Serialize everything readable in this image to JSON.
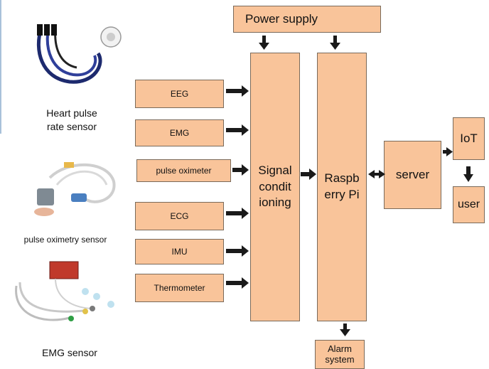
{
  "captions": {
    "heart": "Heart pulse\nrate   sensor",
    "oximetry": "pulse oximetry  sensor",
    "emg": "EMG  sensor"
  },
  "inputs": [
    "EEG",
    "EMG",
    "pulse oximeter",
    "ECG",
    "IMU",
    "Thermometer"
  ],
  "blocks": {
    "power": "Power supply",
    "signal": "Signal\ncondit\nioning",
    "pi": "Raspb\nerry Pi",
    "server": "server",
    "iot": "IoT",
    "user": "user",
    "alarm": "Alarm\nsystem"
  },
  "colors": {
    "box_fill": "#f9c49a",
    "arrow": "#1a1a1a"
  },
  "icons": [
    "heart-pulse-sensor-photo",
    "pulse-oximetry-sensor-photo",
    "emg-sensor-photo"
  ]
}
